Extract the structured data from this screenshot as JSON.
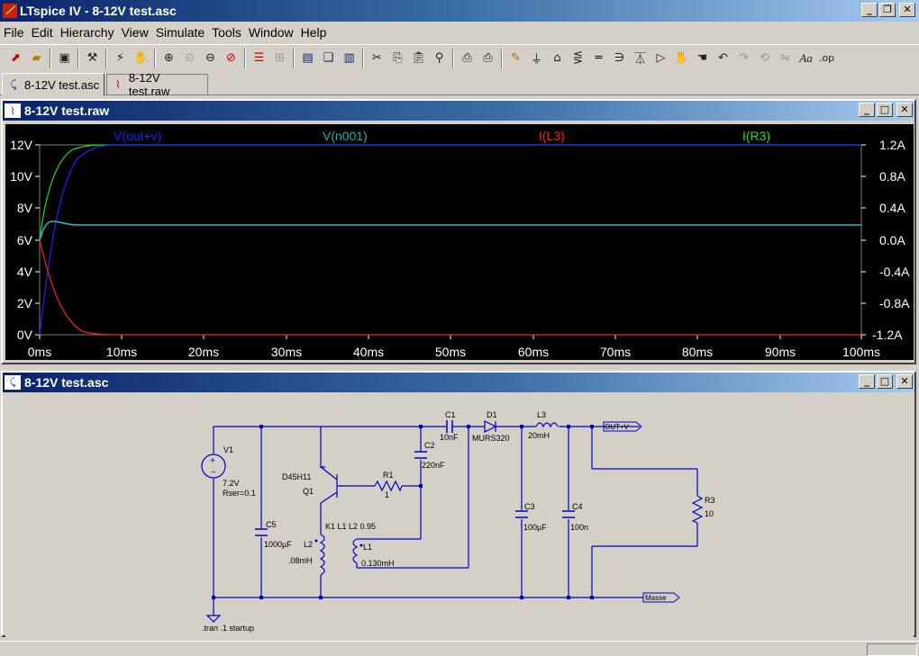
{
  "app": {
    "title": "LTspice IV - 8-12V test.asc",
    "logo": "⟋"
  },
  "menu": [
    "File",
    "Edit",
    "Hierarchy",
    "View",
    "Simulate",
    "Tools",
    "Window",
    "Help"
  ],
  "tabs": [
    {
      "label": "8-12V test.asc",
      "icon": "schematic-icon",
      "active": true
    },
    {
      "label": "8-12V test.raw",
      "icon": "waveform-icon",
      "active": false
    }
  ],
  "waveform_window": {
    "title": "8-12V test.raw",
    "traces": [
      {
        "label": "V(out+v)",
        "color": "#2020ff"
      },
      {
        "label": "V(n001)",
        "color": "#20b0b0"
      },
      {
        "label": "I(L3)",
        "color": "#ff2020"
      },
      {
        "label": "I(R3)",
        "color": "#20e020"
      }
    ],
    "left_axis": [
      "12V",
      "10V",
      "8V",
      "6V",
      "4V",
      "2V",
      "0V"
    ],
    "right_axis": [
      "1.2A",
      "0.8A",
      "0.4A",
      "0.0A",
      "-0.4A",
      "-0.8A",
      "-1.2A"
    ],
    "x_axis": [
      "0ms",
      "10ms",
      "20ms",
      "30ms",
      "40ms",
      "50ms",
      "60ms",
      "70ms",
      "80ms",
      "90ms",
      "100ms"
    ]
  },
  "schematic_window": {
    "title": "8-12V test.asc",
    "labels": {
      "v1": "V1",
      "v1_val": "7.2V",
      "v1_rser": "Rser=0.1",
      "c5": "C5",
      "c5_val": "1000µF",
      "q1_model": "D45H11",
      "q1": "Q1",
      "r1": "R1",
      "r1_val": "1",
      "c2": "C2",
      "c2_val": "220nF",
      "c1": "C1",
      "c1_val": "10nF",
      "d1": "D1",
      "d1_val": "MURS320",
      "l3": "L3",
      "l3_val": "20mH",
      "k1": "K1  L1  L2  0.95",
      "l2": "L2",
      "l2_val": ".08mH",
      "l1": "L1",
      "l1_val": "0.130mH",
      "c3": "C3",
      "c3_val": "100µF",
      "c4": "C4",
      "c4_val": "100n",
      "r3": "R3",
      "r3_val": "10",
      "out_label": "OUT+V",
      "gnd_label": "Masse",
      "directive": ".tran .1 startup"
    }
  }
}
